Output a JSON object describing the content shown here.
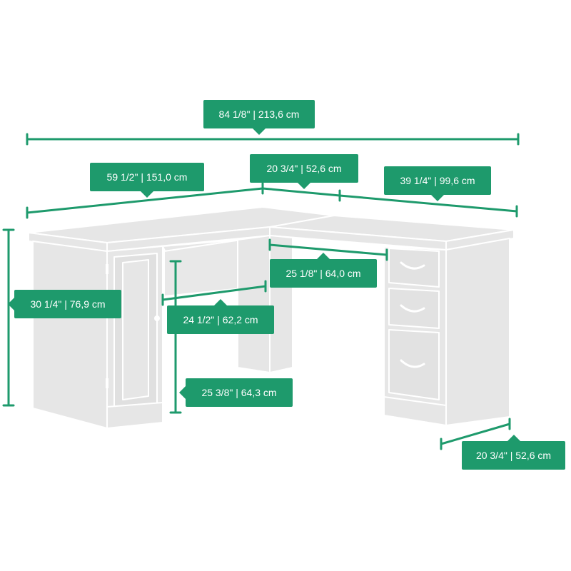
{
  "colors": {
    "accent": "#1e9a6c",
    "desk_fill": "#e6e6e6",
    "desk_edge": "#ffffff"
  },
  "dimensions": {
    "overall_width": "84 1/8\"  |  213,6 cm",
    "left_width": "59 1/2\"  |  151,0 cm",
    "corner_depth": "20 3/4\"  |  52,6 cm",
    "right_width": "39 1/4\"  |  99,6 cm",
    "height": "30 1/4\"  |  76,9 cm",
    "knee_opening_width": "25 1/8\"  |  64,0 cm",
    "knee_opening_depth": "24 1/2\"  |  62,2 cm",
    "knee_opening_height": "25 3/8\"  |  64,3 cm",
    "right_depth": "20 3/4\"  |  52,6 cm"
  }
}
